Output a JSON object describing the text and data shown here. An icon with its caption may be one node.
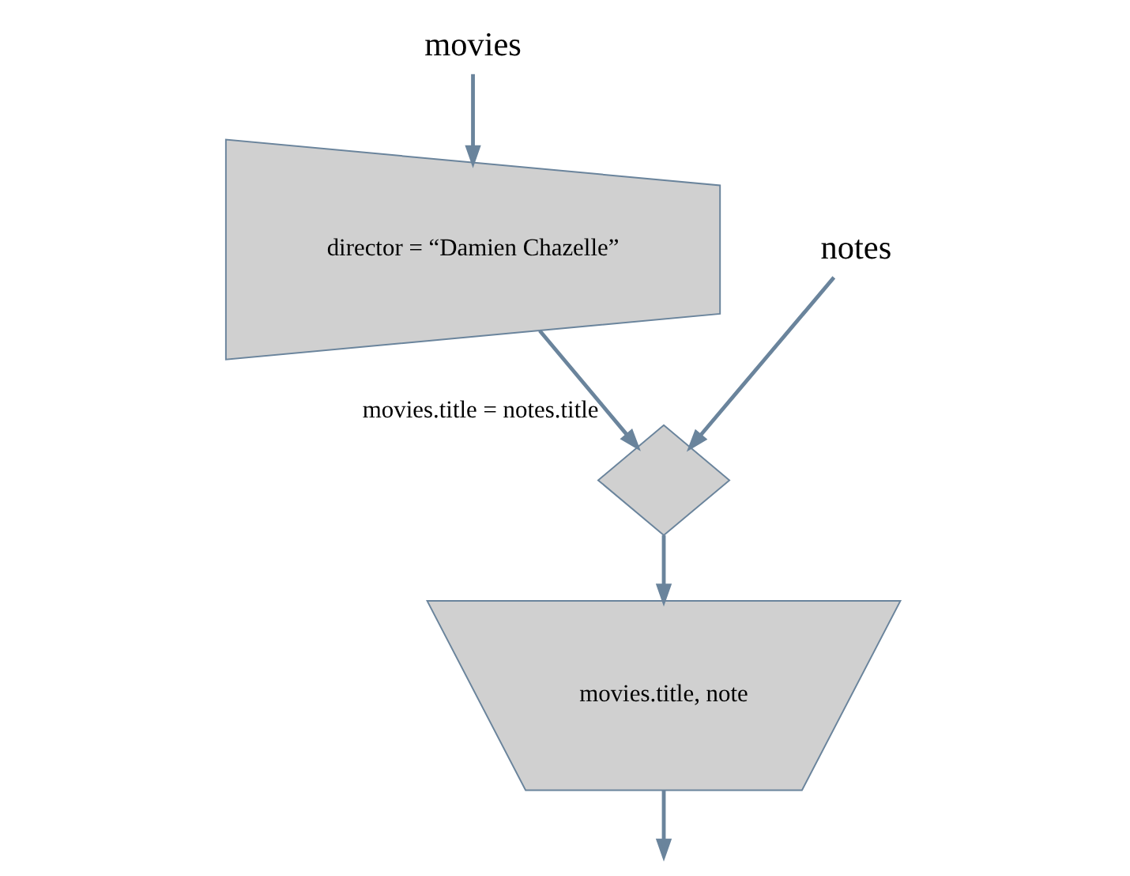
{
  "diagram": {
    "nodes": [
      {
        "text": [
          "movies"
        ]
      },
      {
        "text": [
          "director = “Damien Chazelle”"
        ]
      },
      {
        "text": [],
        "shape": "bowtie",
        "beside": [
          "movies.title = notes.title"
        ]
      },
      {
        "text": [
          "notes"
        ]
      },
      {
        "text": [
          "movies.title, note"
        ]
      }
    ],
    "edges": [
      {
        "from": 0,
        "to": 1,
        "arrow": "to"
      },
      {
        "from": 1,
        "to": 2,
        "arrow": "to"
      },
      {
        "from": 3,
        "to": 2,
        "arrow": "to"
      },
      {
        "from": 2,
        "to": 4,
        "arrow": "to"
      },
      {
        "from": 4,
        "to": null,
        "arrow": "to"
      }
    ]
  }
}
